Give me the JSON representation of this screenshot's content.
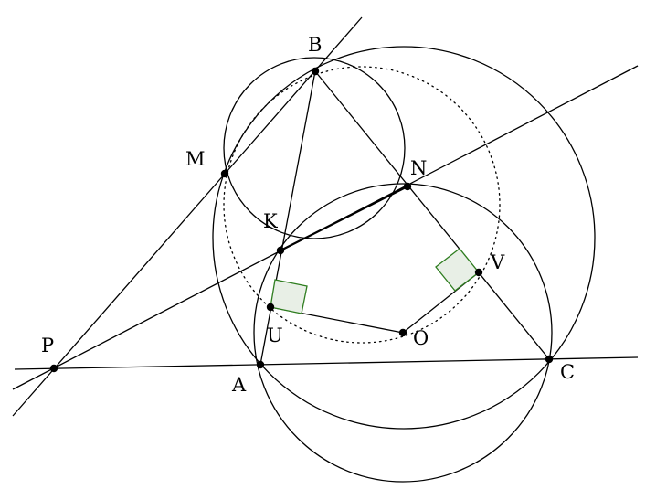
{
  "diagram": {
    "colors": {
      "stroke": "#000000",
      "right_angle_marker": "#2e7d1f",
      "right_angle_fill": "#e8efe6",
      "background": "#ffffff"
    },
    "labels": {
      "B": "B",
      "M": "M",
      "N": "N",
      "K": "K",
      "V": "V",
      "U": "U",
      "O": "O",
      "P": "P",
      "A": "A",
      "C": "C"
    }
  }
}
